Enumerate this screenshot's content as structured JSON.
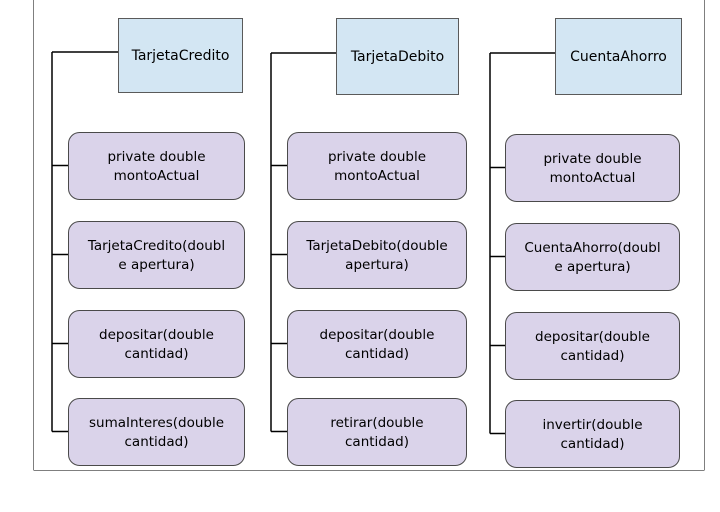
{
  "columns": [
    {
      "header": "TarjetaCredito",
      "members": [
        [
          "private double",
          "montoActual"
        ],
        [
          "TarjetaCredito(doubl",
          "e apertura)"
        ],
        [
          "depositar(double",
          "cantidad)"
        ],
        [
          "sumaInteres(double",
          "cantidad)"
        ]
      ]
    },
    {
      "header": "TarjetaDebito",
      "members": [
        [
          "private double",
          "montoActual"
        ],
        [
          "TarjetaDebito(double",
          "apertura)"
        ],
        [
          "depositar(double",
          "cantidad)"
        ],
        [
          "retirar(double",
          "cantidad)"
        ]
      ]
    },
    {
      "header": "CuentaAhorro",
      "members": [
        [
          "private double",
          "montoActual"
        ],
        [
          "CuentaAhorro(doubl",
          "e apertura)"
        ],
        [
          "depositar(double",
          "cantidad)"
        ],
        [
          "invertir(double",
          "cantidad)"
        ]
      ]
    }
  ],
  "colors": {
    "header_fill": "#d3e6f3",
    "member_fill": "#dad3ea"
  }
}
